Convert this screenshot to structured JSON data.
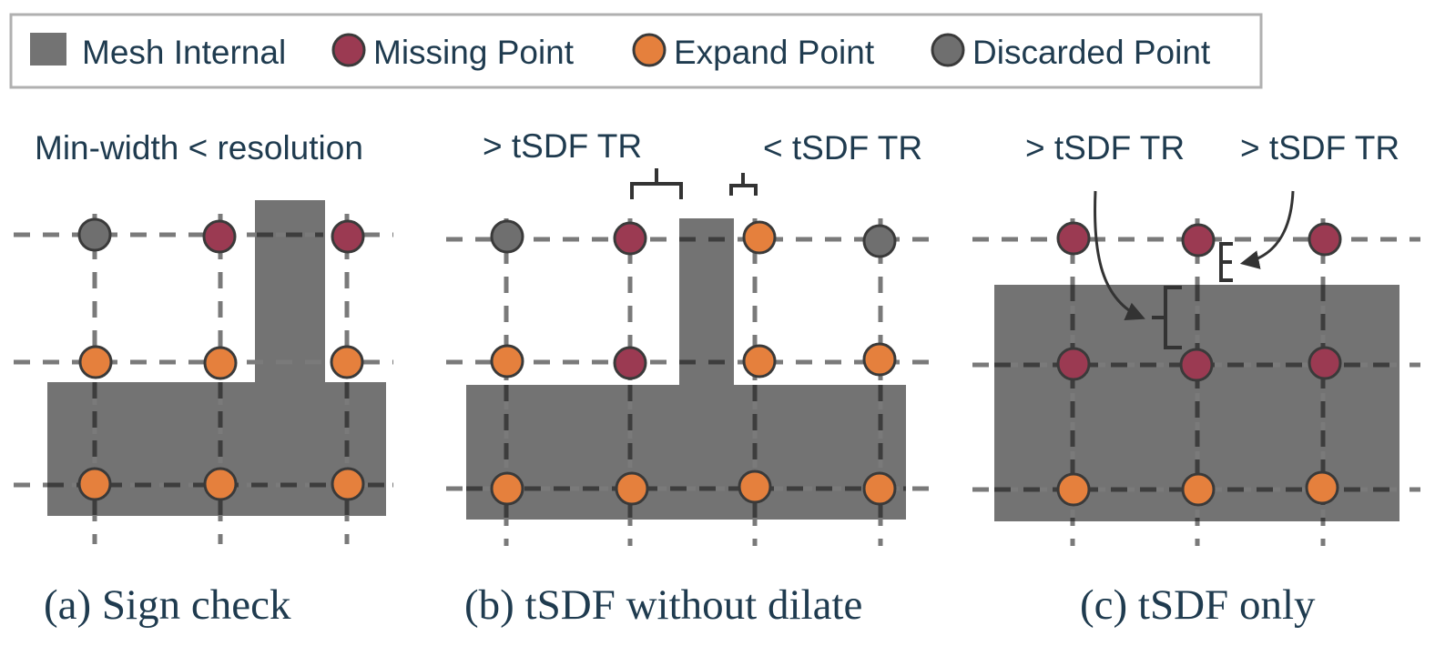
{
  "legend": {
    "mesh_internal": "Mesh Internal",
    "missing_point": "Missing Point",
    "expand_point": "Expand Point",
    "discarded_point": "Discarded Point"
  },
  "colors": {
    "mesh": "#737373",
    "missing": "#9b3a52",
    "expand": "#e5803d",
    "discarded": "#6f6f6f",
    "text": "#1f3b4f"
  },
  "panels": {
    "a": {
      "annotation": "Min-width < resolution",
      "caption": "(a) Sign check"
    },
    "b": {
      "annotation_left": "> tSDF TR",
      "annotation_right": "< tSDF TR",
      "caption": "(b) tSDF without dilate"
    },
    "c": {
      "annotation_left": "> tSDF TR",
      "annotation_right": "> tSDF TR",
      "caption": "(c) tSDF only"
    }
  }
}
